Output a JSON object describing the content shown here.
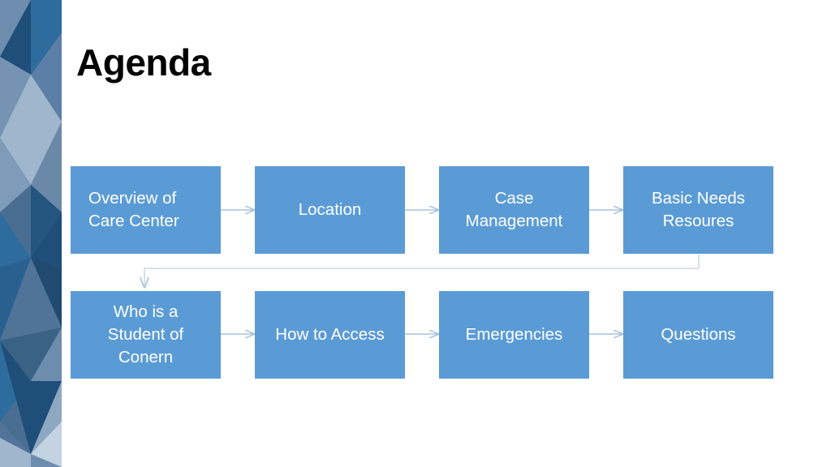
{
  "slide": {
    "title": "Agenda",
    "background_color": "#FFFFFF",
    "title_color": "#000000"
  },
  "sidebar": {
    "name": "decorative-geometric-band",
    "palette": {
      "dark_navy": "#1F4E79",
      "mid_blue": "#2E6C9E",
      "steel_blue": "#5B7FA6",
      "slate_blue": "#6E8CAE",
      "light_blue": "#A9C0D6",
      "pale_blue": "#C3D3E2",
      "deep_blue": "#204A70"
    }
  },
  "diagram": {
    "type": "process-flow",
    "box_color": "#5B9BD5",
    "box_text_color": "#FFFFFF",
    "arrow_color": "#A8C4DC",
    "rows": [
      {
        "row_index": 1,
        "boxes": [
          {
            "label": "Overview of\nCare Center",
            "align": "left"
          },
          {
            "label": "Location",
            "align": "center"
          },
          {
            "label": "Case\nManagement",
            "align": "center"
          },
          {
            "label": "Basic Needs\nResoures",
            "align": "center"
          }
        ]
      },
      {
        "row_index": 2,
        "boxes": [
          {
            "label": "Who is a\nStudent of\nConern",
            "align": "center"
          },
          {
            "label": "How to Access",
            "align": "center"
          },
          {
            "label": "Emergencies",
            "align": "center"
          },
          {
            "label": "Questions",
            "align": "center"
          }
        ]
      }
    ],
    "steps_in_order": [
      "Overview of Care Center",
      "Location",
      "Case Management",
      "Basic Needs Resoures",
      "Who is a Student of Conern",
      "How to Access",
      "Emergencies",
      "Questions"
    ]
  }
}
